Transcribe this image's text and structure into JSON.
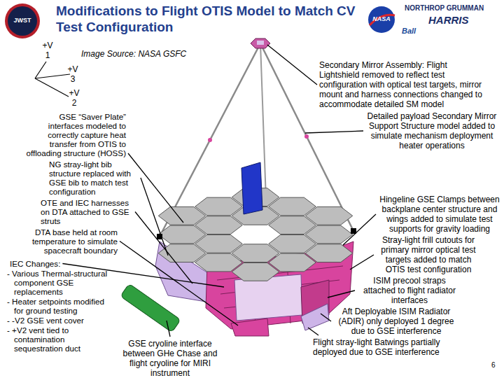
{
  "diagram": {
    "title": "Modifications to Flight OTIS Model to Match CV Test Configuration",
    "labels": [
      "JWST",
      "NASA",
      "NORTHROP GRUMMAN",
      "HARRIS",
      "Ball",
      "Image Source: NASA GSFC",
      "+V 1",
      "+V 3",
      "+V 2",
      "GSE “Saver Plate” interfaces modeled to correctly capture heat transfer from OTIS to offloading structure (HOSS)",
      "NG stray-light bib structure replaced with GSE bib to match test configuration",
      "OTE and IEC harnesses on DTA attached to GSE struts",
      "DTA base held at room temperature to simulate spacecraft boundary",
      "IEC Changes:",
      "- Various Thermal-structural component GSE replacements",
      "- Heater setpoints modified for ground testing",
      "- -V2 GSE vent cover",
      "- +V2 vent tied to contamination sequestration duct",
      "GSE cryoline interface between GHe Chase and flight cryoline for MIRI instrument",
      "Secondary Mirror Assembly: Flight Lightshield removed to reflect test configuration with optical test targets, mirror mount and harness connections changed to accommodate detailed SM model",
      "Detailed payload Secondary Mirror Support Structure model added to simulate mechanism deployment heater operations",
      "Hingeline GSE Clamps between backplane center structure and wings added to simulate test supports for gravity loading",
      "Stray-light frill cutouts for primary mirror optical test targets added to match OTIS test configuration",
      "ISIM precool straps attached to flight radiator interfaces",
      "Aft Deployable ISIM Radiator (ADIR) only deployed 1 degree due to GSE interference",
      "Flight stray-light Batwings partially deployed due to GSE interference",
      "6"
    ]
  }
}
